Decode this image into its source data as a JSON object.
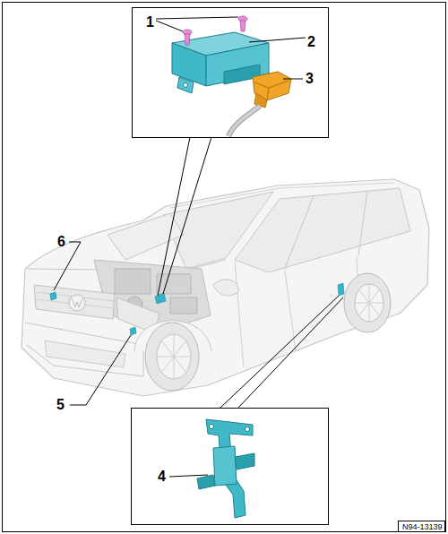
{
  "diagram": {
    "nodes": [
      {
        "text": [
          "N94-13139"
        ]
      }
    ],
    "labels": [
      "1",
      "2",
      "3",
      "4",
      "5",
      "6"
    ]
  }
}
